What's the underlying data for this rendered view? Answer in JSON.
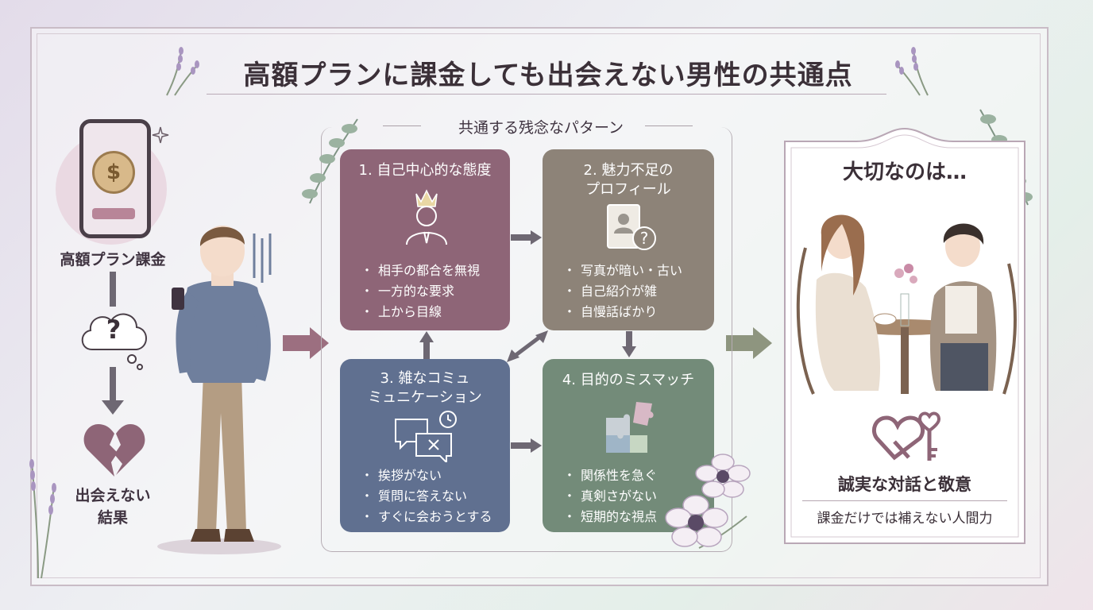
{
  "title": "高額プランに課金しても出会えない男性の共通点",
  "left_flow": {
    "step1_label": "高額プラン課金",
    "coin_symbol": "$",
    "question_symbol": "?",
    "result_label_line1": "出会えない",
    "result_label_line2": "結果"
  },
  "patterns": {
    "section_label": "共通する残念なパターン",
    "items": [
      {
        "title": "1. 自己中心的な態度",
        "points": [
          "相手の都合を無視",
          "一方的な要求",
          "上から目線"
        ]
      },
      {
        "title_line1": "2. 魅力不足の",
        "title_line2": "プロフィール",
        "points": [
          "写真が暗い・古い",
          "自己紹介が雑",
          "自慢話ばかり"
        ]
      },
      {
        "title_line1": "3. 雑なコミュ",
        "title_line2": "ミュニケーション",
        "points": [
          "挨拶がない",
          "質問に答えない",
          "すぐに会おうとする"
        ]
      },
      {
        "title": "4. 目的のミスマッチ",
        "points": [
          "関係性を急ぐ",
          "真剣さがない",
          "短期的な視点"
        ]
      }
    ]
  },
  "conclusion": {
    "heading": "大切なのは…",
    "value": "誠実な対話と敬意",
    "note": "課金だけでは補えない人間力"
  },
  "colors": {
    "box1": "#8e6577",
    "box2": "#8d8378",
    "box3": "#607090",
    "box4": "#738b79",
    "arrow": "#6e6873"
  }
}
